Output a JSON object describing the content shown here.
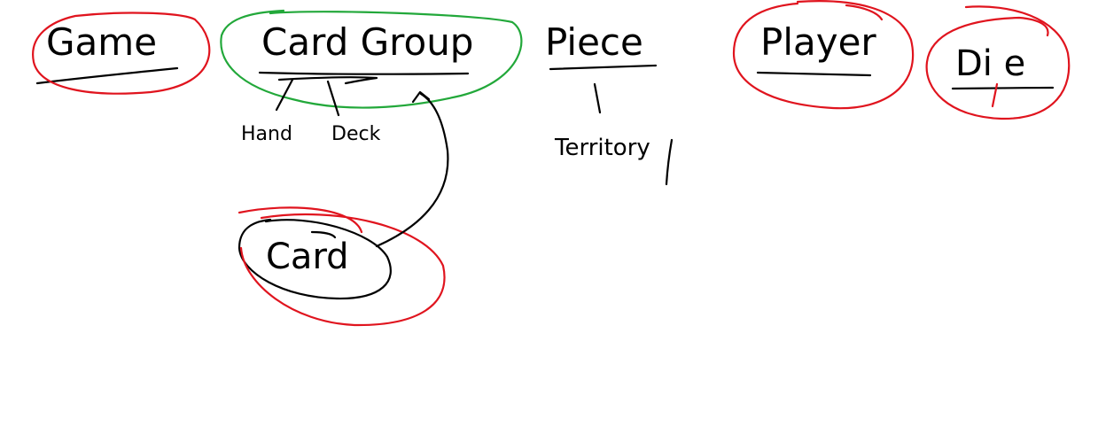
{
  "diagram": {
    "nodes": {
      "game": {
        "label": "Game"
      },
      "card_group": {
        "label": "Card Group"
      },
      "piece": {
        "label": "Piece"
      },
      "player": {
        "label": "Player"
      },
      "die": {
        "label": "Di e"
      },
      "card": {
        "label": "Card"
      }
    },
    "sub_labels": {
      "hand": "Hand",
      "deck": "Deck",
      "territory": "Territory"
    },
    "colors": {
      "ink": "#000000",
      "red_circle": "#e0141e",
      "green_circle": "#22a83a",
      "background": "#ffffff"
    }
  }
}
